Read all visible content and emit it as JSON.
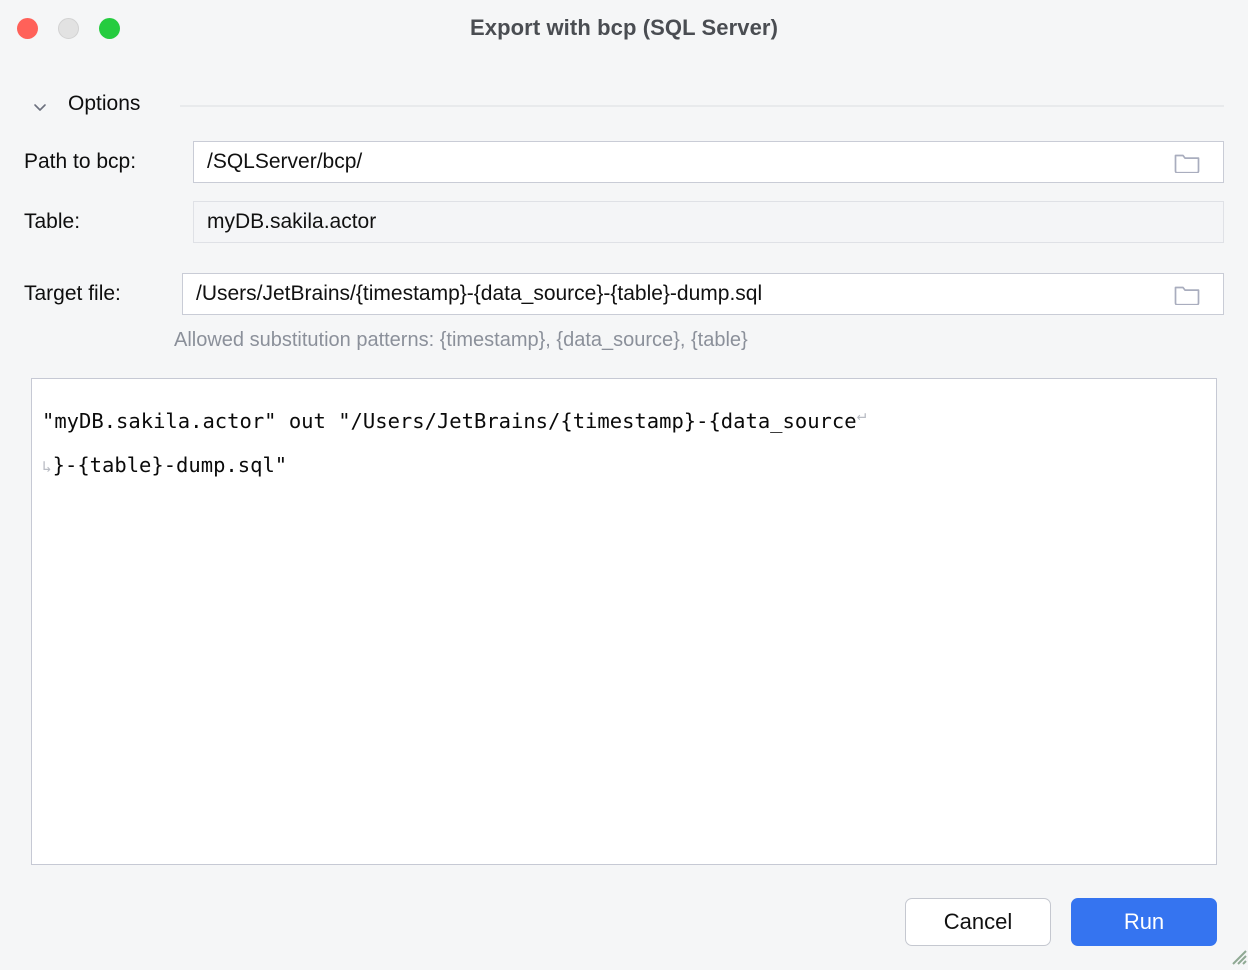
{
  "window": {
    "title": "Export with bcp (SQL Server)",
    "traffic_lights": {
      "close_icon": "close-traffic-light",
      "minimize_icon": "minimize-traffic-light",
      "zoom_icon": "zoom-traffic-light",
      "close_color": "#ff6159",
      "minimize_color": "#e2e2e2",
      "zoom_color": "#25cc3f"
    }
  },
  "options_section": {
    "label": "Options",
    "expanded": true,
    "chevron_icon": "chevron-down-icon"
  },
  "fields": {
    "path_to_bcp": {
      "label": "Path to bcp:",
      "value": "/SQLServer/bcp/",
      "placeholder": "",
      "browse_icon": "folder-icon",
      "readonly": false
    },
    "table": {
      "label": "Table:",
      "value": "myDB.sakila.actor",
      "placeholder": "",
      "readonly": true
    },
    "target_file": {
      "label": "Target file:",
      "value": "/Users/JetBrains/{timestamp}-{data_source}-{table}-dump.sql",
      "placeholder": "",
      "browse_icon": "folder-icon",
      "readonly": false
    }
  },
  "hint": "Allowed substitution patterns: {timestamp}, {data_source}, {table}",
  "command_preview": {
    "line1": "\"myDB.sakila.actor\" out \"/Users/JetBrains/{timestamp}-{data_source",
    "line1_wrap_glyph": "↵",
    "line2_wrap_glyph": "↳",
    "line2": "}-{table}-dump.sql\"",
    "full_command": "\"myDB.sakila.actor\" out \"/Users/JetBrains/{timestamp}-{data_source}-{table}-dump.sql\""
  },
  "footer": {
    "cancel_label": "Cancel",
    "run_label": "Run",
    "run_accent_color": "#3574f0"
  }
}
